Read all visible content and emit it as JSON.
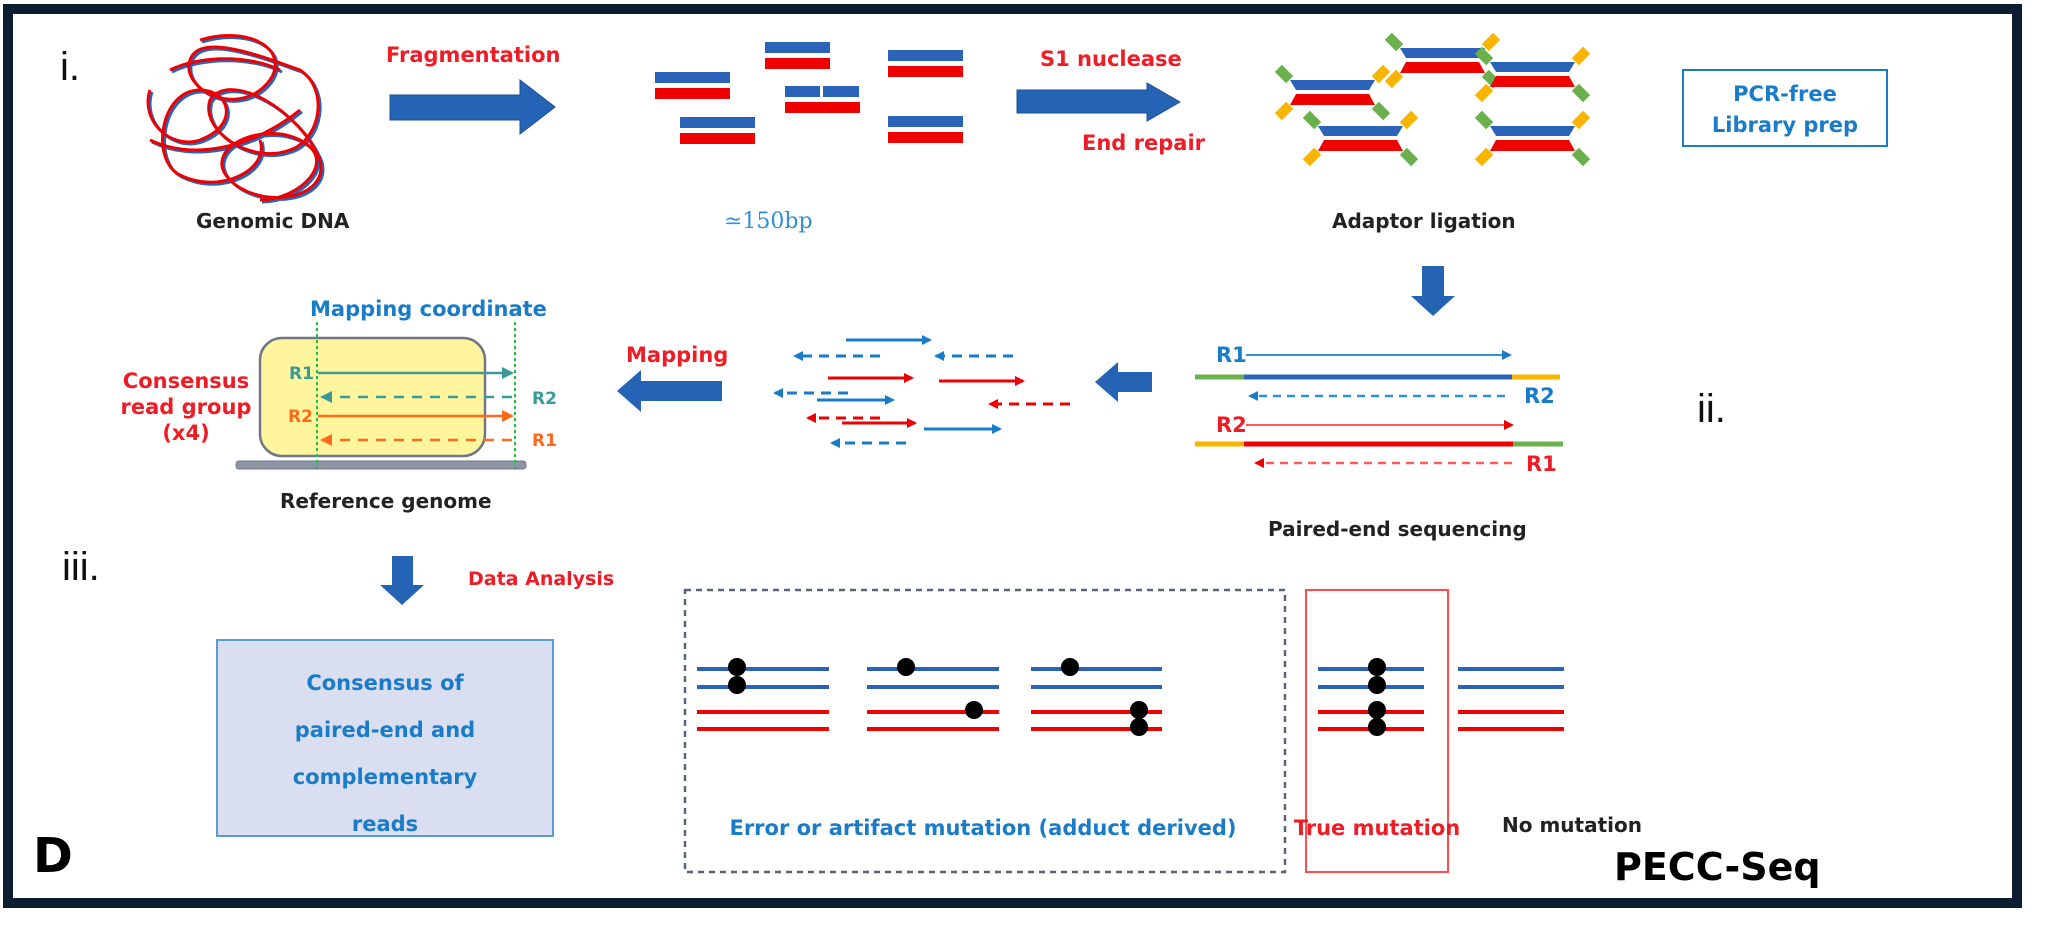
{
  "figure": {
    "panel_letter": "D",
    "method_name": "PECC-Seq",
    "colors": {
      "frame": "#0d1e33",
      "strand_blue": "#2a63b8",
      "strand_red": "#ee0000",
      "adaptor_green": "#6ab04c",
      "adaptor_yellow": "#f7b500",
      "arrow_blue": "#2563b5",
      "label_red": "#ee1c25",
      "label_blue": "#1a7cc9",
      "consensus_fill": "#fff59d",
      "consensus_teal": "#3a9a9a",
      "consensus_orange": "#ff6a1a",
      "analysis_box_fill": "#d9dff0",
      "mapping_line_green": "#22bb44"
    }
  },
  "step1": {
    "roman": "i.",
    "genomic_dna_label": "Genomic DNA",
    "fragmentation_label": "Fragmentation",
    "fragment_size_label": "≃150bp",
    "s1_label": "S1 nuclease",
    "end_repair_label": "End repair",
    "adaptor_label": "Adaptor ligation",
    "pcr_free_line1": "PCR-free",
    "pcr_free_line2": "Library prep"
  },
  "step2": {
    "roman": "ii.",
    "sequencing_label": "Paired-end sequencing",
    "read_labels": {
      "r1_top": "R1",
      "r2_top": "R2",
      "r2_bottom": "R2",
      "r1_bottom": "R1"
    },
    "mapping_label": "Mapping",
    "mapping_coordinate_label": "Mapping coordinate",
    "consensus_group_line1": "Consensus",
    "consensus_group_line2": "read group",
    "consensus_group_line3": "(x4)",
    "consensus_reads": {
      "r1_left": "R1",
      "r2_right": "R2",
      "r2_left": "R2",
      "r1_right": "R1"
    },
    "reference_label": "Reference genome"
  },
  "step3": {
    "roman": "iii.",
    "data_analysis_label": "Data Analysis",
    "consensus_box_lines": [
      "Consensus of",
      "paired-end and",
      "complementary",
      "reads"
    ],
    "error_label": "Error or artifact mutation (adduct derived)",
    "true_label": "True mutation",
    "none_label": "No mutation"
  }
}
